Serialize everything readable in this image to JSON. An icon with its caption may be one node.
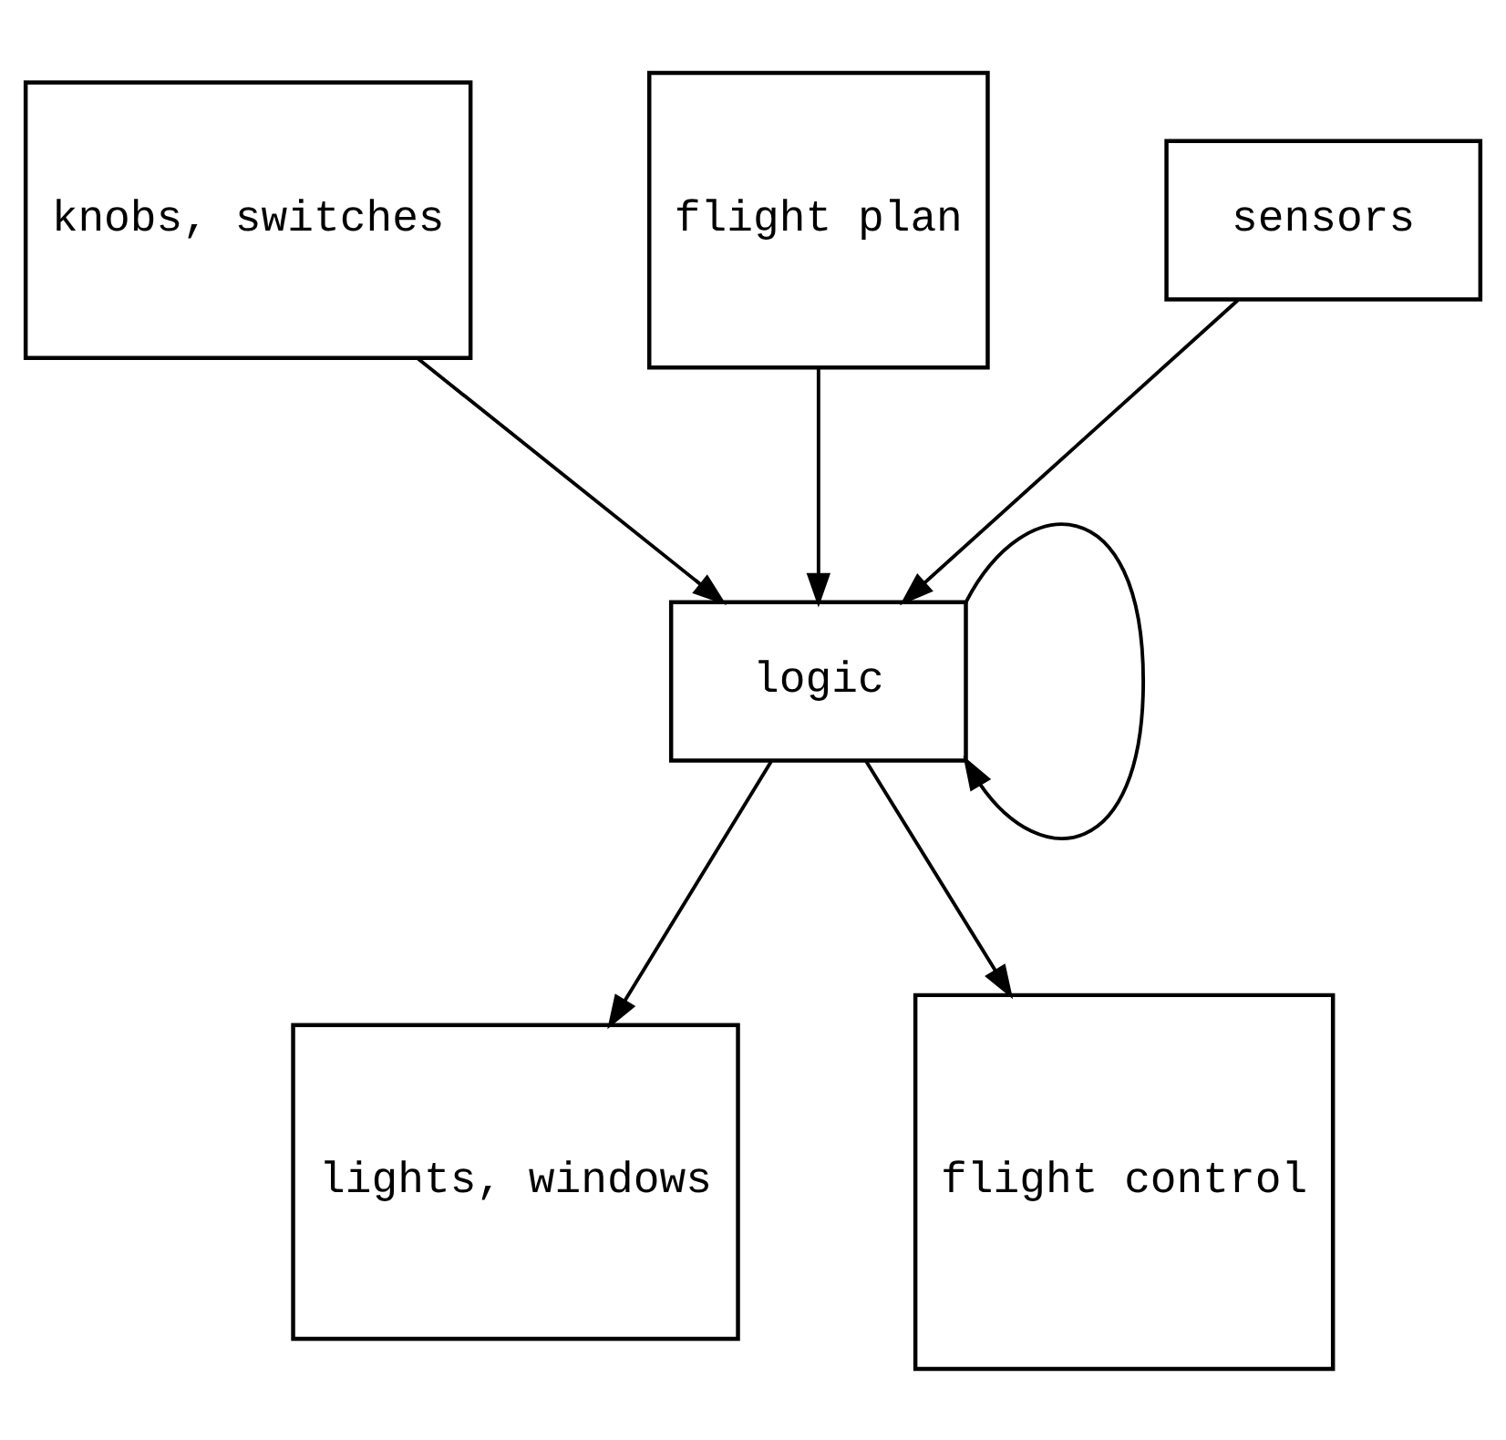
{
  "diagram": {
    "nodes": [
      {
        "text": [
          "knobs, switches"
        ]
      },
      {
        "text": [
          "flight plan"
        ]
      },
      {
        "text": [
          "sensors"
        ]
      },
      {
        "text": [
          "logic"
        ]
      },
      {
        "text": [
          "lights, windows"
        ]
      },
      {
        "text": [
          "flight control"
        ]
      }
    ],
    "edges": [
      {
        "from": 0,
        "to": 3,
        "arrow": "to"
      },
      {
        "from": 1,
        "to": 3,
        "arrow": "to"
      },
      {
        "from": 2,
        "to": 3,
        "arrow": "to"
      },
      {
        "from": 3,
        "to": 3,
        "arrow": "to"
      },
      {
        "from": 3,
        "to": 4,
        "arrow": "to"
      },
      {
        "from": 3,
        "to": 5,
        "arrow": "to"
      }
    ]
  }
}
